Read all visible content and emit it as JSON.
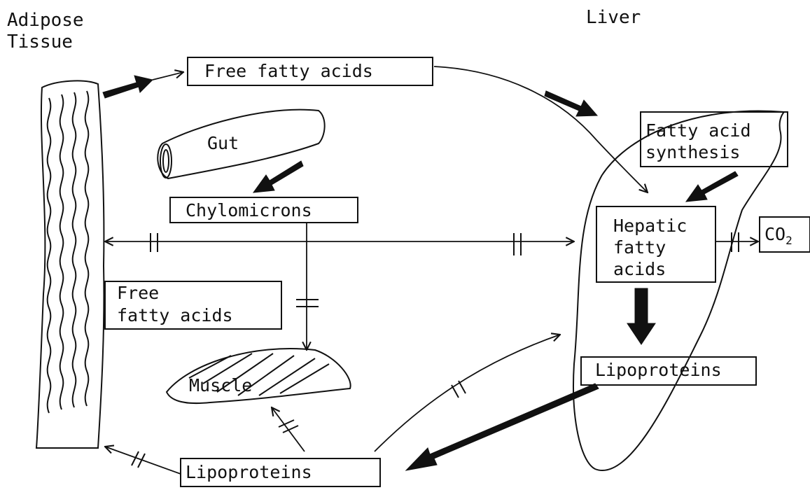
{
  "regions": {
    "adipose_line1": "Adipose",
    "adipose_line2": "Tissue",
    "liver": "Liver"
  },
  "boxes": {
    "free_fatty_acids_top": "Free fatty acids",
    "gut": "Gut",
    "chylomicrons": "Chylomicrons",
    "fatty_acid_synthesis_line1": "Fatty acid",
    "fatty_acid_synthesis_line2": "synthesis",
    "hepatic_line1": "Hepatic",
    "hepatic_line2": "fatty",
    "hepatic_line3": "acids",
    "co2_base": "CO",
    "co2_sub": "2",
    "free_fatty_acids_mid_line1": "Free",
    "free_fatty_acids_mid_line2": "fatty acids",
    "muscle": "Muscle",
    "lipoproteins_liver": "Lipoproteins",
    "lipoproteins_bottom": "Lipoproteins"
  },
  "colors": {
    "ink": "#111111",
    "background": "#ffffff"
  }
}
